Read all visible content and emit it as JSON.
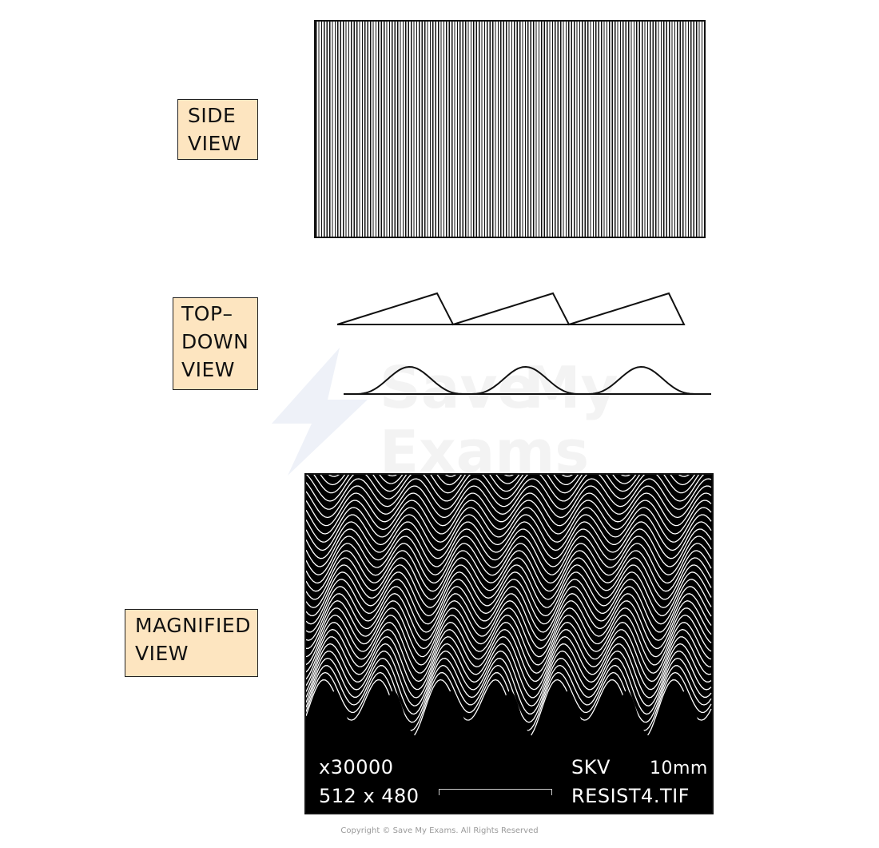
{
  "labels": {
    "side_view": [
      "SIDE",
      "VIEW"
    ],
    "top_down_view": [
      "TOP–",
      "DOWN",
      "VIEW"
    ],
    "magnified_view": [
      "MAGNIFIED",
      "VIEW"
    ]
  },
  "sem_image": {
    "magnification": "x30000",
    "resolution": "512 x 480",
    "voltage": "SKV",
    "working_distance": "10mm",
    "filename": "RESIST4.TIF"
  },
  "copyright": "Copyright © Save My Exams. All Rights Reserved",
  "colors": {
    "label_fill": "#fde5c0",
    "outline": "#111111",
    "sem_background": "#000000",
    "sem_lines": "#ffffff"
  }
}
